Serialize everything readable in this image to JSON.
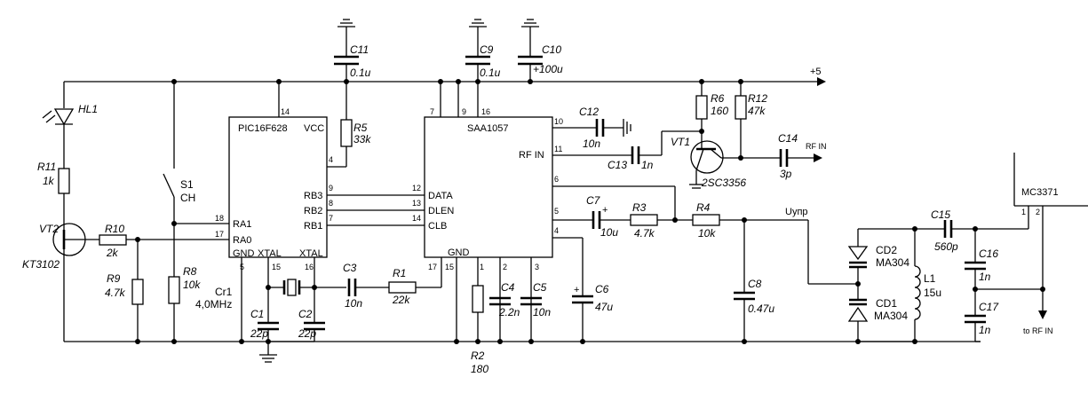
{
  "rail": {
    "label": "+5"
  },
  "chips": {
    "pic": {
      "name": "PIC16F628",
      "vcc": "VCC",
      "gnd": "GND",
      "ra1": "RA1",
      "ra0": "RA0",
      "xtal1": "XTAL",
      "xtal2": "XTAL",
      "rb3": "RB3",
      "rb2": "RB2",
      "rb1": "RB1",
      "p14": "14",
      "p4": "4",
      "p18": "18",
      "p17": "17",
      "p5": "5",
      "p15": "15",
      "p16": "16",
      "p9": "9",
      "p8": "8",
      "p7": "7"
    },
    "saa": {
      "name": "SAA1057",
      "data": "DATA",
      "dlen": "DLEN",
      "clb": "CLB",
      "rfin": "RF IN",
      "gnd": "GND",
      "p7": "7",
      "p9": "9",
      "p16": "16",
      "p12": "12",
      "p13": "13",
      "p14": "14",
      "p17": "17",
      "p15": "15",
      "p1": "1",
      "p2": "2",
      "p3": "3",
      "p10": "10",
      "p11": "11",
      "p6": "6",
      "p5": "5",
      "p4": "4"
    },
    "mc": {
      "name": "MC3371",
      "p1": "1",
      "p2": "2",
      "to_rf": "to RF IN"
    }
  },
  "parts": {
    "hl1": "HL1",
    "r11": "R11",
    "r11v": "1k",
    "vt2": "VT2",
    "vt2t": "KT3102",
    "r10": "R10",
    "r10v": "2k",
    "r9": "R9",
    "r9v": "4.7k",
    "r8": "R8",
    "r8v": "10k",
    "s1": "S1",
    "s1b": "CH",
    "cr1": "Cr1",
    "cr1v": "4,0MHz",
    "c1": "C1",
    "c1v": "22p",
    "c2": "C2",
    "c2v": "22p",
    "c11": "C11",
    "c11v": "0.1u",
    "r5": "R5",
    "r5v": "33k",
    "c3": "C3",
    "c3v": "10n",
    "r1": "R1",
    "r1v": "22k",
    "c9": "C9",
    "c9v": "0.1u",
    "c10": "C10",
    "c10v": "+100u",
    "r2": "R2",
    "r2v": "180",
    "c4": "C4",
    "c4v": "2.2n",
    "c5": "C5",
    "c5v": "10n",
    "c6": "C6",
    "c6v": "47u",
    "c12": "C12",
    "c12v": "10n",
    "c13": "C13",
    "c13v": "1n",
    "c7": "C7",
    "c7v": "10u",
    "r3": "R3",
    "r3v": "4.7k",
    "r4": "R4",
    "r4v": "10k",
    "uynp": "Uупр",
    "c8": "C8",
    "c8v": "0.47u",
    "vt1": "VT1",
    "vt1t": "2SC3356",
    "r6": "R6",
    "r6v": "160",
    "r12": "R12",
    "r12v": "47k",
    "c14": "C14",
    "c14v": "3p",
    "rfin": "RF IN",
    "cd2": "CD2",
    "cd2t": "MA304",
    "cd1": "CD1",
    "cd1t": "MA304",
    "l1": "L1",
    "l1v": "15u",
    "c15": "C15",
    "c15v": "560p",
    "c16": "C16",
    "c16v": "1n",
    "c17": "C17",
    "c17v": "1n"
  }
}
